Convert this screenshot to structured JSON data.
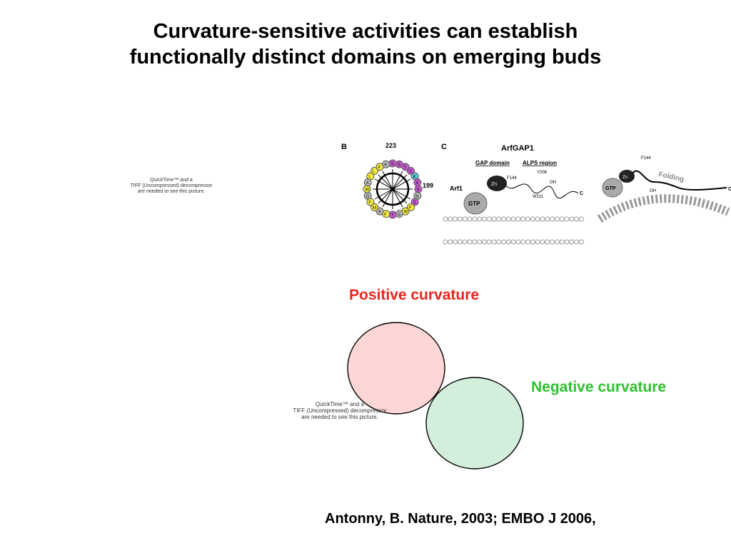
{
  "slide": {
    "title_line1": "Curvature-sensitive activities can establish",
    "title_line2": "functionally distinct domains on emerging buds",
    "citation": "Antonny, B. Nature, 2003; EMBO J 2006,"
  },
  "quicktime_notice": {
    "line1": "QuickTime™ and a",
    "line2": "TIFF (Uncompressed) decompressor",
    "line3": "are needed to see this picture."
  },
  "curvature": {
    "positive_label": "Positive curvature",
    "negative_label": "Negative curvature",
    "positive_color": "#e8261f",
    "negative_color": "#2fc12f",
    "positive_fill": "#ffd6d6",
    "negative_fill": "#d4eedc"
  },
  "figure": {
    "panel_b": "B",
    "panel_c": "C",
    "helix_top_number": "223",
    "helix_side_number": "199",
    "helix_residues": [
      "S",
      "S",
      "T",
      "S",
      "K",
      "S",
      "S",
      "N",
      "S",
      "F",
      "W",
      "G",
      "T",
      "F",
      "A",
      "M",
      "F",
      "G",
      "W",
      "A",
      "L",
      "L",
      "F",
      "A"
    ],
    "arfgap_title": "ArfGAP1",
    "gap_domain": "GAP domain",
    "alps_region": "ALPS region",
    "arf1": "Arf1",
    "gtp": "GTP",
    "zn": "Zn",
    "f144": "F144",
    "y208": "Y208",
    "w211": "W211",
    "oh": "OH",
    "c_term": "C",
    "folding": "Folding"
  }
}
